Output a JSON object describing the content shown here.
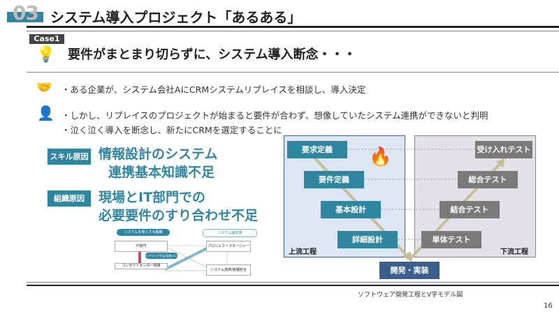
{
  "header": {
    "number": "03",
    "title": "システム導入プロジェクト「あるある」"
  },
  "case": {
    "tag": "Case1",
    "heading": "要件がまとまり切らずに、システム導入断念・・・"
  },
  "bullets": [
    "・ある企業が、システム会社AにCRMシステムリプレイスを相談し、導入決定",
    "・しかし、リプレイスのプロジェクトが始まると要件が合わず、想像していたシステム連携ができないと判明",
    "・泣く泣く導入を断念し、新たにCRMを選定することに"
  ],
  "causes": [
    {
      "label": "スキル原因",
      "line1": "情報設計のシステム",
      "line2": "連携基本知識不足"
    },
    {
      "label": "組織原因",
      "line1": "現場とIT部門での",
      "line2": "必要要件のすり合わせ不足"
    }
  ],
  "org_diagram": {
    "left_header": "システムを導入する組織",
    "right_header": "システム提供側",
    "it": "IT部門",
    "contact": "コンタクトセンター現場",
    "pm": "プロジェクトマネージャー",
    "eng": "システム技術/各種担当",
    "gap": "ヒアリング不足/認識ズレ"
  },
  "vmodel": {
    "upstream_label": "上流工程",
    "downstream_label": "下流工程",
    "left": [
      "要求定義",
      "要件定義",
      "基本設計",
      "詳細設計"
    ],
    "right": [
      "受け入れテスト",
      "総合テスト",
      "結合テスト",
      "単体テスト"
    ],
    "bottom": "開発・実装",
    "caption": "ソフトウェア開発工程とV字モデル図"
  },
  "page_number": "16",
  "colors": {
    "accent": "#2e86a0",
    "upstream_bg": "#dde6f2",
    "downstream_bg": "#e4e0ea",
    "dev": "#3a5f8f"
  }
}
